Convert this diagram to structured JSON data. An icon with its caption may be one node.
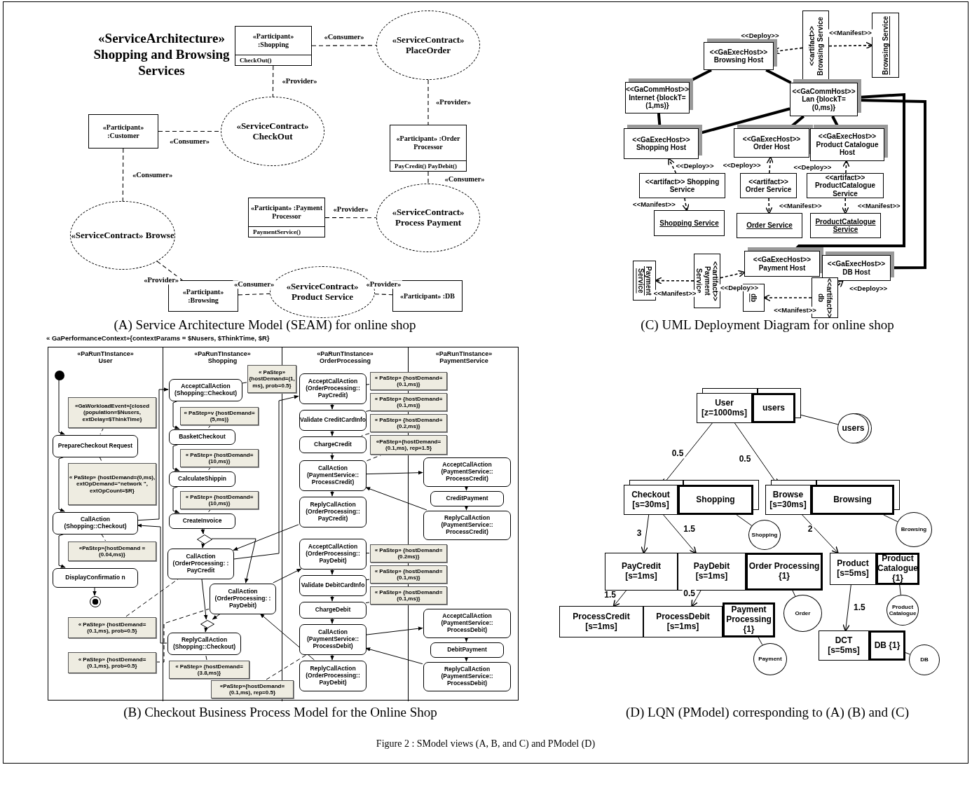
{
  "diagram": {
    "caption": "Figure 2 : SModel views (A, B, and C) and PModel (D)",
    "nodes": [
      {
        "text": [
          "«Participant» :Shopping",
          "CheckOut()"
        ]
      },
      {
        "text": [
          "«ServiceContract» PlaceOrder"
        ]
      },
      {
        "text": [
          "«Participant» :Customer"
        ]
      },
      {
        "text": [
          "«ServiceContract» CheckOut"
        ]
      },
      {
        "text": [
          "«Participant» :Order Processor",
          "PayCredit() PayDebit()"
        ]
      },
      {
        "text": [
          "«Participant» :Payment Processor",
          "PaymentService()"
        ]
      },
      {
        "text": [
          "«ServiceContract» Process Payment"
        ]
      },
      {
        "text": [
          "«ServiceContract» Browse"
        ]
      },
      {
        "text": [
          "«Participant» :Browsing"
        ]
      },
      {
        "text": [
          "«ServiceContract» Product Service"
        ]
      },
      {
        "text": [
          "«Participant» :DB"
        ]
      },
      {
        "text": [
          "<<GaExecHost>> Browsing Host"
        ]
      },
      {
        "text": [
          "<<artifact>> Browsing Service"
        ]
      },
      {
        "text": [
          "Browsing Service"
        ]
      },
      {
        "text": [
          "<<GaCommHost>> Internet {blockT=(1,ms)}"
        ]
      },
      {
        "text": [
          "<<GaCommHost>> Lan {blockT=(0,ms)}"
        ]
      },
      {
        "text": [
          "<<GaExecHost>> Shopping Host"
        ]
      },
      {
        "text": [
          "<<GaExecHost>> Order Host"
        ]
      },
      {
        "text": [
          "<<GaExecHost>> Product Catalogue Host"
        ]
      },
      {
        "text": [
          "<<artifact>> Shopping Service"
        ]
      },
      {
        "text": [
          "<<artifact>> Order Service"
        ]
      },
      {
        "text": [
          "<<artifact>> ProductCatalogue Service"
        ]
      },
      {
        "text": [
          "Shopping Service"
        ]
      },
      {
        "text": [
          "Order Service"
        ]
      },
      {
        "text": [
          "ProductCatalogue Service"
        ]
      },
      {
        "text": [
          "Payment Service"
        ]
      },
      {
        "text": [
          "<<artifact>> Payment Service"
        ]
      },
      {
        "text": [
          "<<GaExecHost>> Payment Host"
        ]
      },
      {
        "text": [
          "<<GaExecHost>> DB Host"
        ]
      },
      {
        "text": [
          "db"
        ]
      },
      {
        "text": [
          "<<artifact>> db"
        ]
      },
      {
        "text": [
          "« GaPerformanceContext»{contextParams = $Nusers, $ThinkTime, $R}"
        ]
      },
      {
        "text": [
          "«PaRunTInstance» User"
        ],
        "in": 31
      },
      {
        "text": [
          "«PaRunTInstance» Shopping"
        ],
        "in": 31
      },
      {
        "text": [
          "«PaRunTInstance» OrderProcessing"
        ],
        "in": 31
      },
      {
        "text": [
          "«PaRunTInstance» PaymentService"
        ],
        "in": 31
      },
      {
        "text": [],
        "shape": "circle",
        "in": 32
      },
      {
        "text": [
          "«GaWorkloadEvent»{closed (population=$Nusers, extDelay=$ThinkTime}"
        ],
        "in": 32
      },
      {
        "text": [
          "PrepareCheckout Request"
        ],
        "in": 32
      },
      {
        "text": [
          "« PaStep» {hostDemand=(0,ms), extOpDemand=“network ”, extOpCount=$R}"
        ],
        "in": 32
      },
      {
        "text": [
          "CallAction (Shopping::Checkout)"
        ],
        "in": 32
      },
      {
        "text": [
          "«PaStep»{hostDemand =(0.04,ms)}"
        ],
        "in": 32
      },
      {
        "text": [
          "DisplayConfirmatio n"
        ],
        "in": 32
      },
      {
        "text": [],
        "shape": "circle",
        "in": 32
      },
      {
        "text": [
          "« PaStep» {hostDemand=(0.1,ms), prob=0.5}"
        ],
        "in": 32
      },
      {
        "text": [
          "« PaStep» {hostDemand=(0.1,ms), prob=0.5}"
        ],
        "in": 32
      },
      {
        "text": [
          "« PaStep» {hostDemand=(1, ms), prob=0.5}"
        ],
        "in": 31
      },
      {
        "text": [
          "AcceptCallAction (Shopping::Checkout)"
        ],
        "in": 33
      },
      {
        "text": [
          "« PaStep»v {hostDemand=(5,ms)}"
        ],
        "in": 33
      },
      {
        "text": [
          "BasketCheckout"
        ],
        "in": 33
      },
      {
        "text": [
          "« PaStep» {hostDemand=(10,ms)}"
        ],
        "in": 33
      },
      {
        "text": [
          "CalculateShippin"
        ],
        "in": 33
      },
      {
        "text": [
          "« PaStep» {hostDemand=(10,ms)}"
        ],
        "in": 33
      },
      {
        "text": [
          "CreateInvoice"
        ],
        "in": 33
      },
      {
        "text": [],
        "shape": "diamond",
        "in": 33
      },
      {
        "text": [
          "CallAction (OrderProcessing: : PayCredit"
        ],
        "in": 33
      },
      {
        "text": [
          "CallAction (OrderProcessing: : PayDebit)"
        ],
        "in": 33
      },
      {
        "text": [],
        "shape": "diamond",
        "in": 33
      },
      {
        "text": [
          "ReplyCallAction (Shopping::Checkout)"
        ],
        "in": 33
      },
      {
        "text": [
          "« PaStep» {hostDemand=(3.8,ms)}"
        ],
        "in": 33
      },
      {
        "text": [
          "AcceptCallAction (OrderProcessing:: PayCredit)"
        ],
        "in": 34
      },
      {
        "text": [
          "Validate CreditCardInfo"
        ],
        "in": 34
      },
      {
        "text": [
          "ChargeCredit"
        ],
        "in": 34
      },
      {
        "text": [
          "CallAction (PaymentService:: ProcessCredit)"
        ],
        "in": 34
      },
      {
        "text": [
          "ReplyCallAction (OrderProcessing:: PayCredit)"
        ],
        "in": 34
      },
      {
        "text": [
          "AcceptCallAction (OrderProcessing:: PayDebit)"
        ],
        "in": 34
      },
      {
        "text": [
          "Validate DebitCardInfo"
        ],
        "in": 34
      },
      {
        "text": [
          "ChargeDebit"
        ],
        "in": 34
      },
      {
        "text": [
          "CallAction (PaymentService:: ProcessDebit)"
        ],
        "in": 34
      },
      {
        "text": [
          "ReplyCallAction (OrderProcessing:: PayDebit)"
        ],
        "in": 34
      },
      {
        "text": [
          "«PaStep»{hostDemand= (0.1,ms), rep=0.5}"
        ],
        "in": 31
      },
      {
        "text": [
          "« PaStep» {hostDemand=(0.1,ms)}"
        ],
        "in": 31
      },
      {
        "text": [
          "« PaStep» {hostDemand=(0.1,ms)}"
        ],
        "in": 31
      },
      {
        "text": [
          "« PaStep» {hostDemand=(0.2,ms)}"
        ],
        "in": 31
      },
      {
        "text": [
          "«PaStep»{hostDemand= (0.1,ms), rep=1.5}"
        ],
        "in": 31
      },
      {
        "text": [
          "« PaStep» {hostDemand=(0.2ms)}"
        ],
        "in": 31
      },
      {
        "text": [
          "« PaStep» {hostDemand=(0.1,ms)}"
        ],
        "in": 31
      },
      {
        "text": [
          "« PaStep» {hostDemand=(0.1,ms)}"
        ],
        "in": 31
      },
      {
        "text": [
          "AcceptCallAction (PaymentService:: ProcessCredit)"
        ],
        "in": 35
      },
      {
        "text": [
          "CreditPayment"
        ],
        "in": 35
      },
      {
        "text": [
          "ReplyCallAction (PaymentService:: ProcessCredit)"
        ],
        "in": 35
      },
      {
        "text": [
          "AcceptCallAction (PaymentService:: ProcessDebit)"
        ],
        "in": 35
      },
      {
        "text": [
          "DebitPayment"
        ],
        "in": 35
      },
      {
        "text": [
          "ReplyCallAction (PaymentService:: ProcessDebit)"
        ],
        "in": 35
      },
      {
        "text": [
          "User [z=1000ms]"
        ]
      },
      {
        "text": [
          "users"
        ]
      },
      {
        "text": [
          "users"
        ]
      },
      {
        "text": [
          "Checkout [s=30ms]"
        ]
      },
      {
        "text": [
          "Shopping"
        ]
      },
      {
        "text": [
          "Shopping"
        ]
      },
      {
        "text": [
          "Browse [s=30ms]"
        ]
      },
      {
        "text": [
          "Browsing"
        ]
      },
      {
        "text": [
          "Browsing"
        ]
      },
      {
        "text": [
          "PayCredit [s=1ms]"
        ]
      },
      {
        "text": [
          "PayDebit [s=1ms]"
        ]
      },
      {
        "text": [
          "Order Processing {1}"
        ]
      },
      {
        "text": [
          "Product [s=5ms]"
        ]
      },
      {
        "text": [
          "Product Catalogue {1}"
        ]
      },
      {
        "text": [
          "Order"
        ]
      },
      {
        "text": [
          "Product Catalogue"
        ]
      },
      {
        "text": [
          "ProcessCredit [s=1ms]"
        ]
      },
      {
        "text": [
          "ProcessDebit [s=1ms]"
        ]
      },
      {
        "text": [
          "Payment Processing {1}"
        ]
      },
      {
        "text": [
          "Payment"
        ]
      },
      {
        "text": [
          "DCT [s=5ms]"
        ]
      },
      {
        "text": [
          "DB {1}"
        ]
      },
      {
        "text": [
          "DB"
        ]
      }
    ],
    "edges": [
      {
        "from": 0,
        "to": 1,
        "arrow": "none",
        "label": "«Consumer»",
        "style": "dashed"
      },
      {
        "from": 0,
        "to": 3,
        "arrow": "none",
        "label": "«Provider»",
        "style": "dashed"
      },
      {
        "from": 2,
        "to": 3,
        "arrow": "none",
        "label": "«Consumer»",
        "style": "dashed"
      },
      {
        "from": 1,
        "to": 4,
        "arrow": "none",
        "label": "«Provider»",
        "style": "dashed"
      },
      {
        "from": 4,
        "to": 6,
        "arrow": "none",
        "label": "«Consumer»",
        "style": "dashed"
      },
      {
        "from": 5,
        "to": 6,
        "arrow": "none",
        "label": "«Provider»",
        "style": "dashed"
      },
      {
        "from": 2,
        "to": 7,
        "arrow": "none",
        "label": "«Consumer»",
        "style": "dashed"
      },
      {
        "from": 7,
        "to": 8,
        "arrow": "none",
        "label": "«Provider»",
        "style": "dashed"
      },
      {
        "from": 8,
        "to": 9,
        "arrow": "none",
        "label": "«Consumer»",
        "style": "dashed"
      },
      {
        "from": 9,
        "to": 10,
        "arrow": "none",
        "label": "«Provider»",
        "style": "dashed"
      },
      {
        "from": 12,
        "to": 11,
        "arrow": "to",
        "label": "<<Deploy>>",
        "style": "dashed"
      },
      {
        "from": 12,
        "to": 13,
        "arrow": "to",
        "label": "<<Manifest>>",
        "style": "dashed"
      },
      {
        "from": 11,
        "to": 14,
        "arrow": "none",
        "style": "thick"
      },
      {
        "from": 11,
        "to": 15,
        "arrow": "none",
        "style": "thick"
      },
      {
        "from": 14,
        "to": 16,
        "arrow": "none",
        "style": "thick"
      },
      {
        "from": 15,
        "to": 16,
        "arrow": "none",
        "style": "thick"
      },
      {
        "from": 15,
        "to": 17,
        "arrow": "none",
        "style": "thick"
      },
      {
        "from": 15,
        "to": 18,
        "arrow": "none",
        "style": "thick"
      },
      {
        "from": 15,
        "to": 27,
        "arrow": "none",
        "style": "thick"
      },
      {
        "from": 15,
        "to": 28,
        "arrow": "none",
        "style": "thick"
      },
      {
        "from": 19,
        "to": 16,
        "arrow": "to",
        "label": "<<Deploy>>",
        "style": "dashed"
      },
      {
        "from": 20,
        "to": 17,
        "arrow": "to",
        "label": "<<Deploy>>",
        "style": "dashed"
      },
      {
        "from": 21,
        "to": 18,
        "arrow": "to",
        "label": "<<Deploy>>",
        "style": "dashed"
      },
      {
        "from": 19,
        "to": 22,
        "arrow": "to",
        "label": "<<Manifest>>",
        "style": "dashed"
      },
      {
        "from": 20,
        "to": 23,
        "arrow": "to",
        "label": "<<Manifest>>",
        "style": "dashed"
      },
      {
        "from": 21,
        "to": 24,
        "arrow": "to",
        "label": "<<Manifest>>",
        "style": "dashed"
      },
      {
        "from": 26,
        "to": 25,
        "arrow": "to",
        "label": "<<Manifest>>",
        "style": "dashed"
      },
      {
        "from": 26,
        "to": 27,
        "arrow": "to",
        "label": "<<Deploy>>",
        "style": "dashed"
      },
      {
        "from": 30,
        "to": 29,
        "arrow": "to",
        "label": "<<Manifest>>",
        "style": "dashed"
      },
      {
        "from": 30,
        "to": 28,
        "arrow": "to",
        "label": "<<Deploy>>",
        "style": "dashed"
      },
      {
        "from": 36,
        "to": 38,
        "arrow": "to"
      },
      {
        "from": 37,
        "to": 38,
        "arrow": "none",
        "style": "dashed"
      },
      {
        "from": 38,
        "to": 40,
        "arrow": "to"
      },
      {
        "from": 38,
        "to": 39,
        "arrow": "none",
        "style": "dashed"
      },
      {
        "from": 40,
        "to": 42,
        "arrow": "to"
      },
      {
        "from": 40,
        "to": 41,
        "arrow": "none",
        "style": "dashed"
      },
      {
        "from": 42,
        "to": 43,
        "arrow": "to"
      },
      {
        "from": 40,
        "to": 47,
        "arrow": "to"
      },
      {
        "from": 46,
        "to": 47,
        "arrow": "none",
        "style": "dashed"
      },
      {
        "from": 47,
        "to": 49,
        "arrow": "to"
      },
      {
        "from": 48,
        "to": 49,
        "arrow": "none",
        "style": "dashed"
      },
      {
        "from": 49,
        "to": 51,
        "arrow": "to"
      },
      {
        "from": 50,
        "to": 51,
        "arrow": "none",
        "style": "dashed"
      },
      {
        "from": 51,
        "to": 53,
        "arrow": "to"
      },
      {
        "from": 52,
        "to": 53,
        "arrow": "none",
        "style": "dashed"
      },
      {
        "from": 53,
        "to": 54,
        "arrow": "to"
      },
      {
        "from": 54,
        "to": 55,
        "arrow": "to"
      },
      {
        "from": 54,
        "to": 56,
        "arrow": "to"
      },
      {
        "from": 44,
        "to": 55,
        "arrow": "none",
        "style": "dashed"
      },
      {
        "from": 45,
        "to": 56,
        "arrow": "none",
        "style": "dashed"
      },
      {
        "from": 55,
        "to": 57,
        "arrow": "to"
      },
      {
        "from": 56,
        "to": 57,
        "arrow": "to"
      },
      {
        "from": 57,
        "to": 58,
        "arrow": "to"
      },
      {
        "from": 59,
        "to": 58,
        "arrow": "none",
        "style": "dashed"
      },
      {
        "from": 58,
        "to": 40,
        "arrow": "to"
      },
      {
        "from": 55,
        "to": 60,
        "arrow": "to"
      },
      {
        "from": 64,
        "to": 55,
        "arrow": "to"
      },
      {
        "from": 56,
        "to": 65,
        "arrow": "to"
      },
      {
        "from": 69,
        "to": 56,
        "arrow": "to"
      },
      {
        "from": 60,
        "to": 61,
        "arrow": "to"
      },
      {
        "from": 61,
        "to": 62,
        "arrow": "to"
      },
      {
        "from": 62,
        "to": 63,
        "arrow": "to"
      },
      {
        "from": 63,
        "to": 64,
        "arrow": "to"
      },
      {
        "from": 65,
        "to": 66,
        "arrow": "to"
      },
      {
        "from": 66,
        "to": 67,
        "arrow": "to"
      },
      {
        "from": 67,
        "to": 68,
        "arrow": "to"
      },
      {
        "from": 68,
        "to": 69,
        "arrow": "to"
      },
      {
        "from": 71,
        "to": 60,
        "arrow": "none",
        "style": "dashed"
      },
      {
        "from": 72,
        "to": 61,
        "arrow": "none",
        "style": "dashed"
      },
      {
        "from": 73,
        "to": 62,
        "arrow": "none",
        "style": "dashed"
      },
      {
        "from": 74,
        "to": 63,
        "arrow": "none",
        "style": "dashed"
      },
      {
        "from": 75,
        "to": 65,
        "arrow": "none",
        "style": "dashed"
      },
      {
        "from": 76,
        "to": 66,
        "arrow": "none",
        "style": "dashed"
      },
      {
        "from": 77,
        "to": 67,
        "arrow": "none",
        "style": "dashed"
      },
      {
        "from": 70,
        "to": 68,
        "arrow": "none",
        "style": "dashed"
      },
      {
        "from": 63,
        "to": 78,
        "arrow": "to"
      },
      {
        "from": 78,
        "to": 79,
        "arrow": "to"
      },
      {
        "from": 79,
        "to": 80,
        "arrow": "to"
      },
      {
        "from": 80,
        "to": 63,
        "arrow": "to"
      },
      {
        "from": 68,
        "to": 81,
        "arrow": "to"
      },
      {
        "from": 81,
        "to": 82,
        "arrow": "to"
      },
      {
        "from": 82,
        "to": 83,
        "arrow": "to"
      },
      {
        "from": 83,
        "to": 68,
        "arrow": "to"
      },
      {
        "from": 84,
        "to": 87,
        "arrow": "to",
        "label": "0.5"
      },
      {
        "from": 84,
        "to": 90,
        "arrow": "to",
        "label": "0.5"
      },
      {
        "from": 85,
        "to": 86,
        "arrow": "none"
      },
      {
        "from": 87,
        "to": 93,
        "arrow": "to",
        "label": "3"
      },
      {
        "from": 87,
        "to": 94,
        "arrow": "to",
        "label": "1.5"
      },
      {
        "from": 88,
        "to": 89,
        "arrow": "none"
      },
      {
        "from": 90,
        "to": 96,
        "arrow": "to",
        "label": "2"
      },
      {
        "from": 91,
        "to": 92,
        "arrow": "none"
      },
      {
        "from": 93,
        "to": 100,
        "arrow": "to",
        "label": "1.5"
      },
      {
        "from": 94,
        "to": 101,
        "arrow": "to",
        "label": "0.5"
      },
      {
        "from": 95,
        "to": 98,
        "arrow": "none"
      },
      {
        "from": 97,
        "to": 99,
        "arrow": "none"
      },
      {
        "from": 96,
        "to": 104,
        "arrow": "to",
        "label": "1.5"
      },
      {
        "from": 102,
        "to": 103,
        "arrow": "none"
      },
      {
        "from": 105,
        "to": 106,
        "arrow": "none"
      }
    ],
    "labels": [
      "«ServiceArchitecture» Shopping and Browsing Services",
      "(A) Service Architecture Model (SEAM) for online shop",
      "(C) UML Deployment Diagram for online shop",
      "(B) Checkout Business Process Model for the Online Shop",
      "(D) LQN (PModel) corresponding to (A) (B) and (C)"
    ]
  }
}
